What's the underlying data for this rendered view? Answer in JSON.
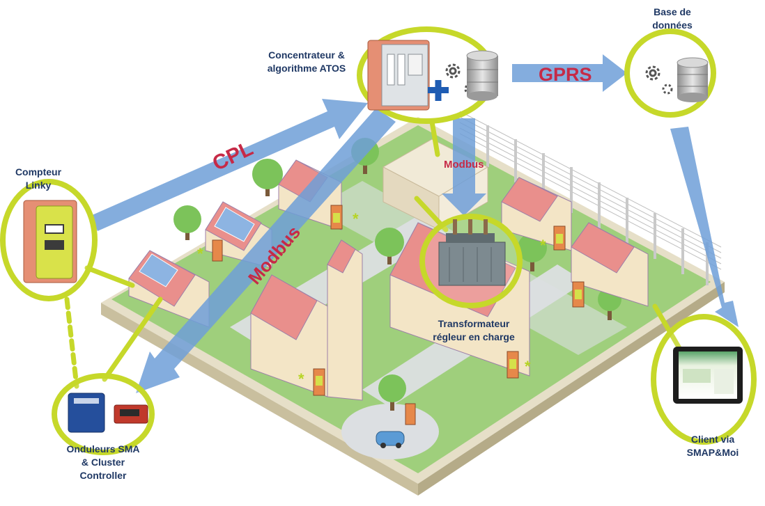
{
  "labels": {
    "concentrateur": [
      "Concentrateur &",
      "algorithme  ATOS"
    ],
    "base": [
      "Base de",
      "données"
    ],
    "compteur": [
      "Compteur",
      "Linky"
    ],
    "transformateur": [
      "Transformateur",
      "régleur en charge"
    ],
    "onduleurs": [
      "Onduleurs SMA",
      "& Cluster",
      "Controller"
    ],
    "client": [
      "Client via",
      "SMAP&Moi"
    ]
  },
  "flows": {
    "cpl": "CPL",
    "gprs": "GPRS",
    "modbus_vertical": "Modbus",
    "modbus_diagonal": "Modbus"
  },
  "colors": {
    "highlight_ring": "#c6d82a",
    "arrow_blue": "#6f9fd8",
    "flow_text": "#c62a47",
    "label_text": "#1f3864",
    "ground": "#9fcf7c",
    "roof": "#e98f8c",
    "wall": "#f3e5c6"
  },
  "icons": [
    "linky-meter-icon",
    "concentrator-icon",
    "gears-icon",
    "database-icon",
    "plus-icon",
    "transformer-icon",
    "inverter-icon",
    "cluster-controller-icon",
    "tablet-icon",
    "solar-panel-icon",
    "tree-icon",
    "house-icon",
    "church-icon",
    "ev-car-icon"
  ]
}
